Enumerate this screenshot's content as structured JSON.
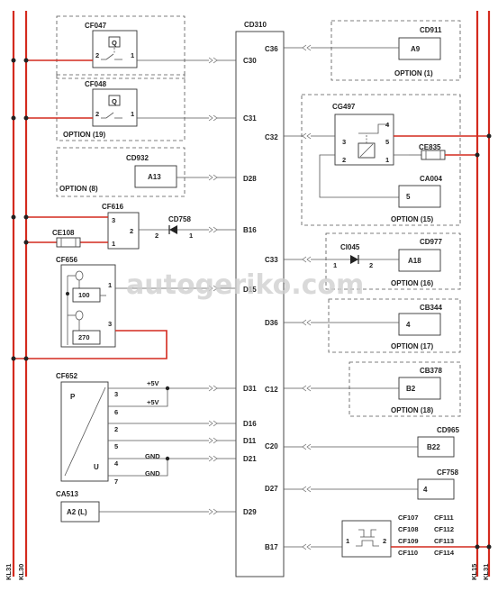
{
  "watermark": "autogeriko.com",
  "colors": {
    "power_wire": "#d42a1e",
    "signal_wire": "#555555"
  },
  "rails": {
    "kl31_left": "KL31",
    "kl30_left": "KL30",
    "kl15_right": "KL15",
    "kl31_right": "KL31"
  },
  "central": {
    "id": "CD310",
    "pins_left": [
      "C30",
      "C31",
      "D28",
      "B16",
      "D15",
      "D31",
      "D16",
      "D11",
      "D21",
      "D29"
    ],
    "pins_right": [
      "C36",
      "C32",
      "C33",
      "D36",
      "C12",
      "C20",
      "D27",
      "B17"
    ]
  },
  "components": {
    "cf047": {
      "id": "CF047",
      "q": "Q",
      "pin_a": "2",
      "pin_b": "1"
    },
    "cf048": {
      "id": "CF048",
      "q": "Q",
      "pin_a": "2",
      "pin_b": "1",
      "option": "OPTION (19)"
    },
    "cd932": {
      "id": "CD932",
      "value": "A13",
      "option": "OPTION (8)"
    },
    "cf616": {
      "id": "CF616",
      "pin_3": "3",
      "pin_2": "2",
      "pin_1": "1"
    },
    "cd758": {
      "id": "CD758",
      "pin_a": "2",
      "pin_b": "1"
    },
    "ce108": {
      "id": "CE108"
    },
    "cf656": {
      "id": "CF656",
      "r1": "100",
      "r2": "270",
      "pin_1": "1",
      "pin_3": "3"
    },
    "cf652": {
      "id": "CF652",
      "p": "P",
      "u": "U",
      "pins": [
        "3",
        "6",
        "2",
        "5",
        "4",
        "7"
      ],
      "v1": "+5V",
      "v2": "+5V",
      "g1": "GND",
      "g2": "GND"
    },
    "ca513": {
      "id": "CA513",
      "value": "A2 (L)"
    },
    "cd911": {
      "id": "CD911",
      "value": "A9",
      "option": "OPTION (1)"
    },
    "cg497": {
      "id": "CG497",
      "pins": [
        "4",
        "3",
        "5",
        "2",
        "1"
      ]
    },
    "ce835": {
      "id": "CE835"
    },
    "ca004": {
      "id": "CA004",
      "value": "5",
      "option": "OPTION (15)"
    },
    "ci045": {
      "id": "CI045",
      "pin_a": "1",
      "pin_b": "2"
    },
    "cd977": {
      "id": "CD977",
      "value": "A18",
      "option": "OPTION (16)"
    },
    "cb344": {
      "id": "CB344",
      "value": "4",
      "option": "OPTION (17)"
    },
    "cb378": {
      "id": "CB378",
      "value": "B2",
      "option": "OPTION (18)"
    },
    "cd965": {
      "id": "CD965",
      "value": "B22"
    },
    "cf758": {
      "id": "CF758",
      "value": "4"
    },
    "fuse_group": {
      "pin_a": "1",
      "pin_b": "2",
      "labels": [
        "CF107",
        "CF111",
        "CF108",
        "CF112",
        "CF109",
        "CF113",
        "CF110",
        "CF114"
      ]
    }
  }
}
